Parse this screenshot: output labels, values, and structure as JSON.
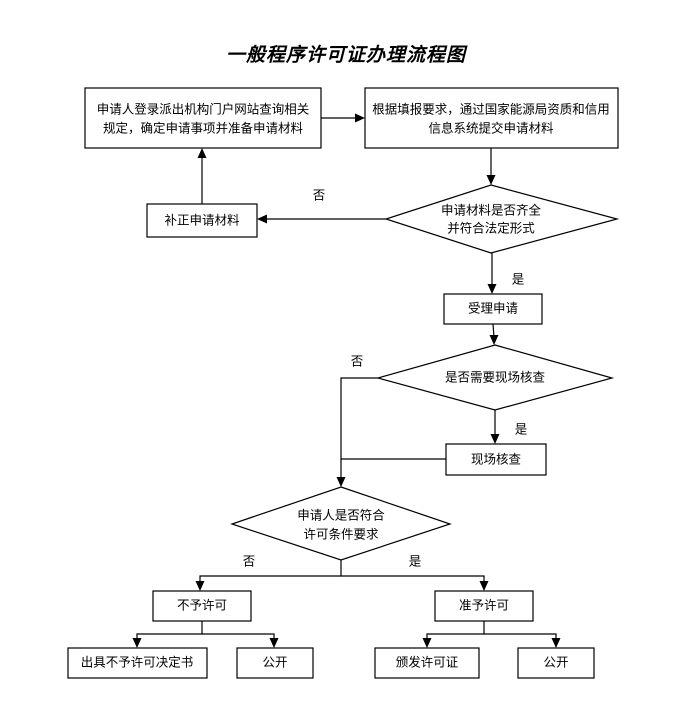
{
  "document": {
    "title": "一般程序许可证办理流程图",
    "background_color": "#ffffff",
    "line_color": "#000000",
    "text_color": "#000000"
  },
  "flowchart": {
    "type": "flowchart",
    "orientation": "top-to-bottom",
    "nodes": [
      {
        "id": "start",
        "shape": "process",
        "lines": [
          "申请人登录派出机构门户网站查询相关",
          "规定，确定申请事项并准备申请材料"
        ]
      },
      {
        "id": "submit",
        "shape": "process",
        "lines": [
          "根据填报要求，通过国家能源局资质和信用",
          "信息系统提交申请材料"
        ]
      },
      {
        "id": "check-materials",
        "shape": "decision",
        "lines": [
          "申请材料是否齐全",
          "并符合法定形式"
        ]
      },
      {
        "id": "supplement",
        "shape": "process",
        "lines": [
          "补正申请材料"
        ]
      },
      {
        "id": "accept",
        "shape": "process",
        "lines": [
          "受理申请"
        ]
      },
      {
        "id": "need-site-check",
        "shape": "decision",
        "lines": [
          "是否需要现场核查"
        ]
      },
      {
        "id": "site-check",
        "shape": "process",
        "lines": [
          "现场核查"
        ]
      },
      {
        "id": "meets-conditions",
        "shape": "decision",
        "lines": [
          "申请人是否符合",
          "许可条件要求"
        ]
      },
      {
        "id": "deny",
        "shape": "process",
        "lines": [
          "不予许可"
        ]
      },
      {
        "id": "approve",
        "shape": "process",
        "lines": [
          "准予许可"
        ]
      },
      {
        "id": "issue-denial-doc",
        "shape": "process",
        "lines": [
          "出具不予许可决定书"
        ]
      },
      {
        "id": "publicize-deny",
        "shape": "process",
        "lines": [
          "公开"
        ]
      },
      {
        "id": "issue-license",
        "shape": "process",
        "lines": [
          "颁发许可证"
        ]
      },
      {
        "id": "publicize-approve",
        "shape": "process",
        "lines": [
          "公开"
        ]
      }
    ],
    "edge_labels": {
      "check_no": "否",
      "check_yes": "是",
      "site_no": "否",
      "site_yes": "是",
      "condition_no": "否",
      "condition_yes": "是"
    },
    "edges": [
      {
        "from": "start",
        "to": "submit",
        "label": ""
      },
      {
        "from": "submit",
        "to": "check-materials",
        "label": ""
      },
      {
        "from": "check-materials",
        "to": "supplement",
        "label": "否"
      },
      {
        "from": "supplement",
        "to": "start",
        "label": ""
      },
      {
        "from": "check-materials",
        "to": "accept",
        "label": "是"
      },
      {
        "from": "accept",
        "to": "need-site-check",
        "label": ""
      },
      {
        "from": "need-site-check",
        "to": "site-check",
        "label": "是"
      },
      {
        "from": "need-site-check",
        "to": "meets-conditions",
        "label": "否"
      },
      {
        "from": "site-check",
        "to": "meets-conditions",
        "label": ""
      },
      {
        "from": "meets-conditions",
        "to": "deny",
        "label": "否"
      },
      {
        "from": "meets-conditions",
        "to": "approve",
        "label": "是"
      },
      {
        "from": "deny",
        "to": "issue-denial-doc",
        "label": ""
      },
      {
        "from": "deny",
        "to": "publicize-deny",
        "label": ""
      },
      {
        "from": "approve",
        "to": "issue-license",
        "label": ""
      },
      {
        "from": "approve",
        "to": "publicize-approve",
        "label": ""
      }
    ]
  }
}
